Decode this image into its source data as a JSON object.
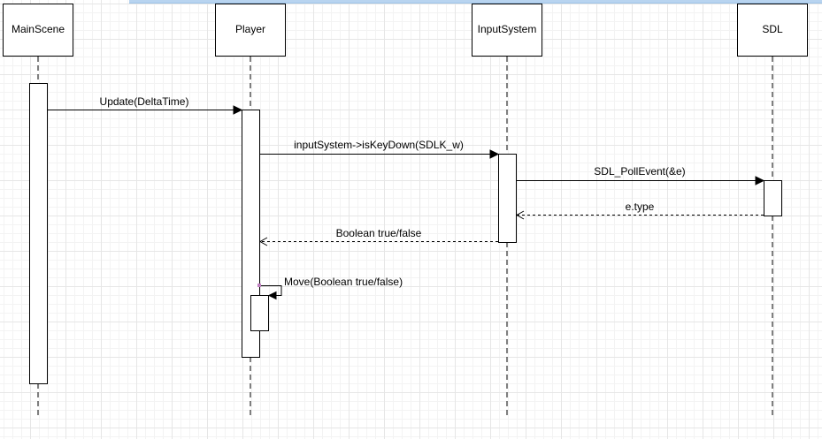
{
  "participants": [
    {
      "id": "mainscene",
      "label": "MainScene"
    },
    {
      "id": "player",
      "label": "Player"
    },
    {
      "id": "inputsystem",
      "label": "InputSystem"
    },
    {
      "id": "sdl",
      "label": "SDL"
    }
  ],
  "messages": [
    {
      "id": "update",
      "label": "Update(DeltaTime)",
      "from": "MainScene",
      "to": "Player",
      "kind": "call"
    },
    {
      "id": "iskeydown",
      "label": "inputSystem->isKeyDown(SDLK_w)",
      "from": "Player",
      "to": "InputSystem",
      "kind": "call"
    },
    {
      "id": "pollevent",
      "label": "SDL_PollEvent(&e)",
      "from": "InputSystem",
      "to": "SDL",
      "kind": "call"
    },
    {
      "id": "etype",
      "label": "e.type",
      "from": "SDL",
      "to": "InputSystem",
      "kind": "return"
    },
    {
      "id": "boolean",
      "label": "Boolean true/false",
      "from": "InputSystem",
      "to": "Player",
      "kind": "return"
    },
    {
      "id": "move",
      "label": "Move(Boolean true/false)",
      "from": "Player",
      "to": "Player",
      "kind": "self-call"
    }
  ]
}
